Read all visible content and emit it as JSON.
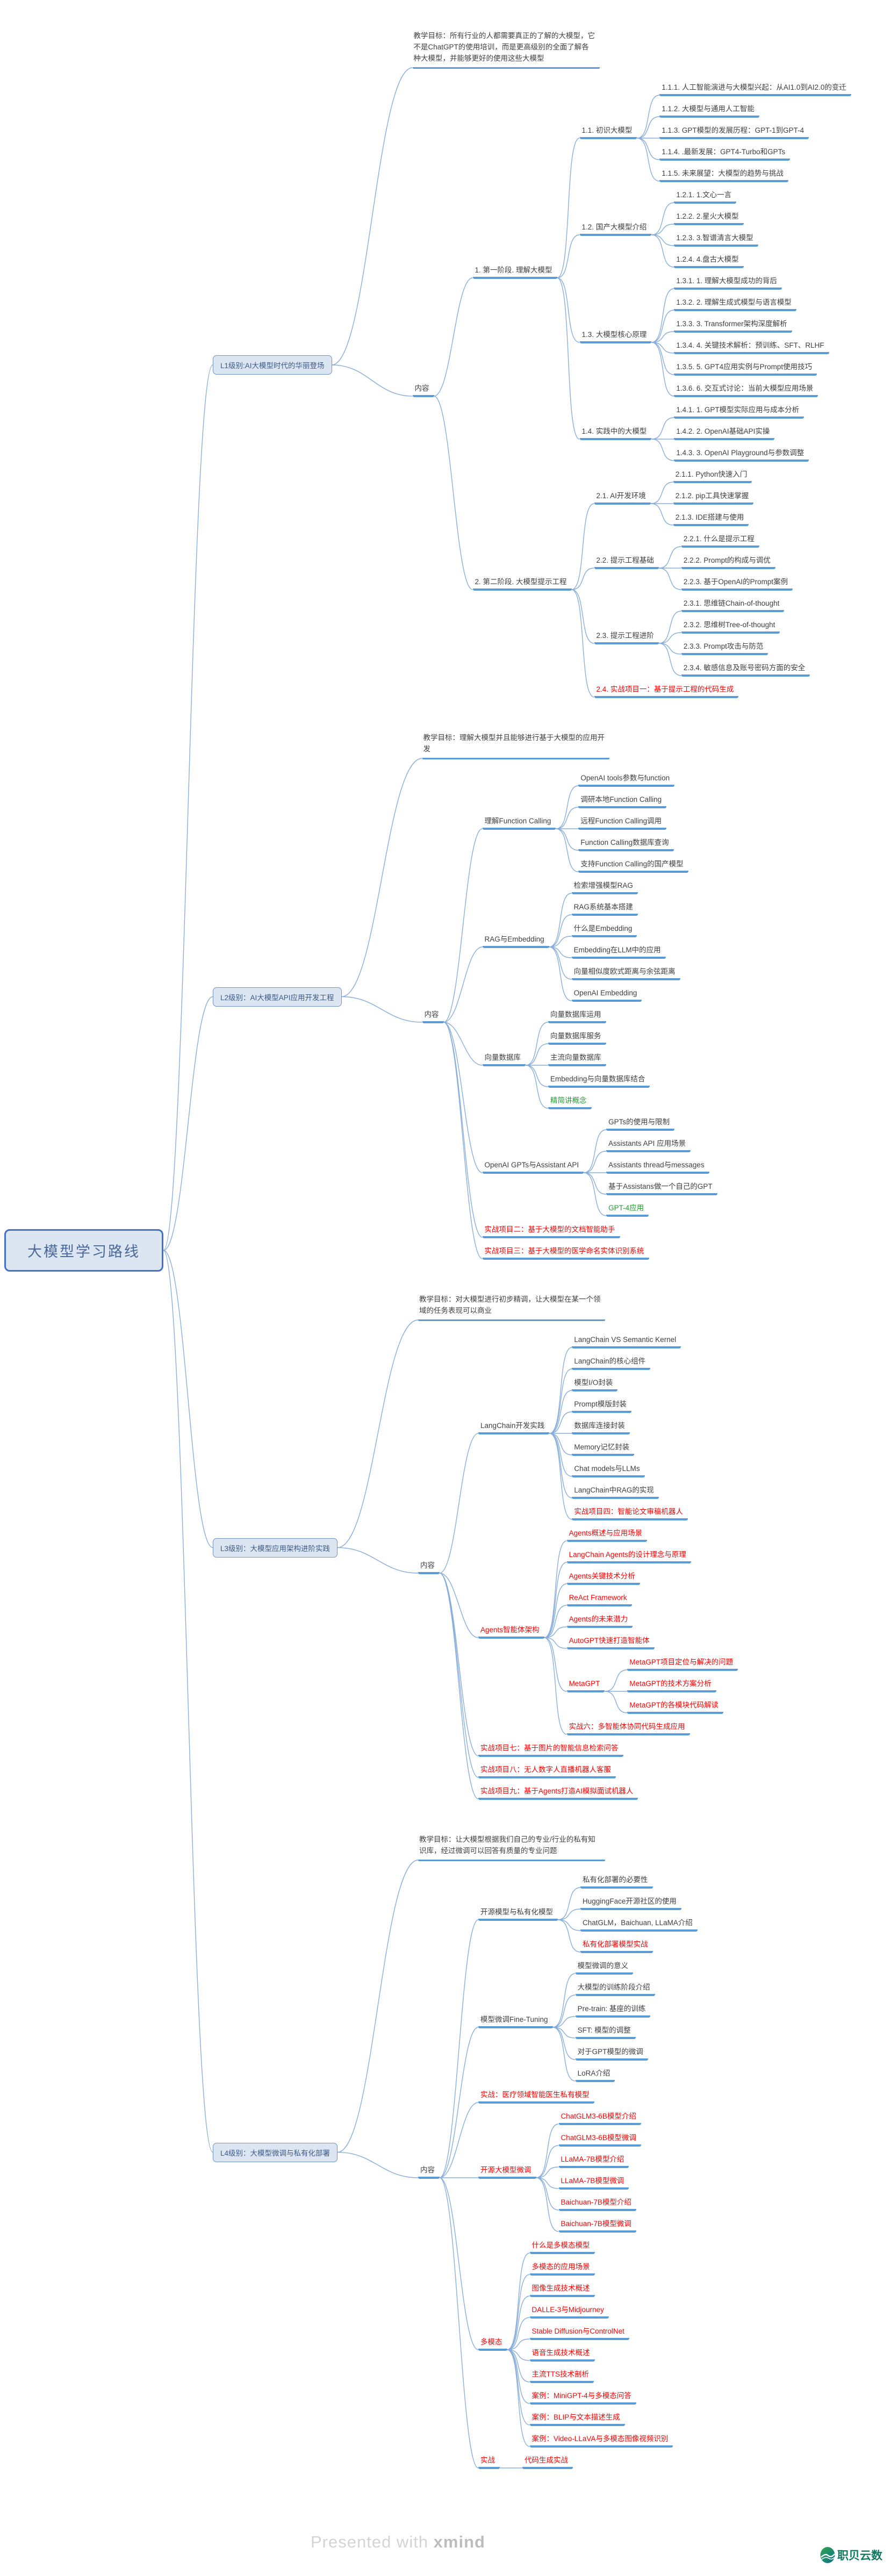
{
  "page": {
    "watermark_presented": "Presented with ",
    "watermark_brand": "xmind",
    "logo_text": "职贝云数"
  },
  "colors": {
    "underline_blue": "#5B9BD5",
    "connector_blue": "#88AEDC",
    "box_fill": "#DCE6F2",
    "box_border": "#4472C4",
    "text_dark": "#3F3F3F",
    "text_red": "#FF0000",
    "text_green": "#1FA12E",
    "text_navy": "#3D5A85"
  },
  "tree": {
    "label": "大模型学习路线",
    "type": "root",
    "children": [
      {
        "label": "L1级别:AI大模型时代的华丽登场",
        "type": "branch",
        "children": [
          {
            "label": "教学目标：所有行业的人都需要真正的了解的大模型，它不是ChatGPT的使用培训，而是更高级别的全面了解各种大模型，并能够更好的使用这些大模型",
            "type": "note"
          },
          {
            "label": "内容",
            "children": [
              {
                "label": "1.  第一阶段. 理解大模型",
                "children": [
                  {
                    "label": "1.1.  初识大模型",
                    "children": [
                      {
                        "label": "1.1.1.  人工智能演进与大模型兴起：从AI1.0到AI2.0的变迁"
                      },
                      {
                        "label": "1.1.2.  大模型与通用人工智能"
                      },
                      {
                        "label": "1.1.3.  GPT模型的发展历程：GPT-1到GPT-4"
                      },
                      {
                        "label": "1.1.4.  .最新发展：GPT4-Turbo和GPTs"
                      },
                      {
                        "label": "1.1.5.  未来展望：大模型的趋势与挑战"
                      }
                    ]
                  },
                  {
                    "label": "1.2.  国产大模型介绍",
                    "children": [
                      {
                        "label": "1.2.1.  1.文心一言"
                      },
                      {
                        "label": "1.2.2.  2.星火大模型"
                      },
                      {
                        "label": "1.2.3.  3.智谱清言大模型"
                      },
                      {
                        "label": "1.2.4.  4.盘古大模型"
                      }
                    ]
                  },
                  {
                    "label": "1.3.  大模型核心原理",
                    "children": [
                      {
                        "label": "1.3.1.  1. 理解大模型成功的背后"
                      },
                      {
                        "label": "1.3.2.  2. 理解生成式模型与语言模型"
                      },
                      {
                        "label": "1.3.3.  3. Transformer架构深度解析"
                      },
                      {
                        "label": "1.3.4.  4. 关键技术解析：预训练、SFT、RLHF"
                      },
                      {
                        "label": "1.3.5.  5. GPT4应用实例与Prompt使用技巧"
                      },
                      {
                        "label": "1.3.6.  6. 交互式讨论：当前大模型应用场景"
                      }
                    ]
                  },
                  {
                    "label": "1.4.  实践中的大模型",
                    "children": [
                      {
                        "label": "1.4.1.  1. GPT模型实际应用与成本分析"
                      },
                      {
                        "label": "1.4.2.  2. OpenAI基础API实操"
                      },
                      {
                        "label": "1.4.3.  3. OpenAI Playground与参数调整"
                      }
                    ]
                  }
                ]
              },
              {
                "label": "2.  第二阶段. 大模型提示工程",
                "children": [
                  {
                    "label": "2.1.  AI开发环境",
                    "children": [
                      {
                        "label": "2.1.1.  Python快速入门"
                      },
                      {
                        "label": "2.1.2.  pip工具快速掌握"
                      },
                      {
                        "label": "2.1.3.  IDE搭建与使用"
                      }
                    ]
                  },
                  {
                    "label": "2.2.  提示工程基础",
                    "children": [
                      {
                        "label": "2.2.1.  什么是提示工程"
                      },
                      {
                        "label": "2.2.2.  Prompt的构成与调优"
                      },
                      {
                        "label": "2.2.3.  基于OpenAI的Prompt案例"
                      }
                    ]
                  },
                  {
                    "label": "2.3.  提示工程进阶",
                    "children": [
                      {
                        "label": "2.3.1.  思维链Chain-of-thought"
                      },
                      {
                        "label": "2.3.2.  思维树Tree-of-thought"
                      },
                      {
                        "label": "2.3.3.  Prompt攻击与防范"
                      },
                      {
                        "label": "2.3.4.  敏感信息及账号密码方面的安全"
                      }
                    ]
                  },
                  {
                    "label": "2.4.  实战项目一：基于提示工程的代码生成",
                    "color": "red"
                  }
                ]
              }
            ]
          }
        ]
      },
      {
        "label": "L2级别：AI大模型API应用开发工程",
        "type": "branch",
        "children": [
          {
            "label": "教学目标：理解大模型并且能够进行基于大模型的应用开发",
            "type": "note"
          },
          {
            "label": "内容",
            "children": [
              {
                "label": "理解Function Calling",
                "children": [
                  {
                    "label": "OpenAI tools参数与function"
                  },
                  {
                    "label": "调研本地Function Calling"
                  },
                  {
                    "label": "远程Function Calling调用"
                  },
                  {
                    "label": "Function Calling数据库查询"
                  },
                  {
                    "label": "支持Function Calling的国产模型"
                  }
                ]
              },
              {
                "label": "RAG与Embedding",
                "children": [
                  {
                    "label": "检索增强模型RAG"
                  },
                  {
                    "label": "RAG系统基本搭建"
                  },
                  {
                    "label": "什么是Embedding"
                  },
                  {
                    "label": "Embedding在LLM中的应用"
                  },
                  {
                    "label": "向量相似度欧式距离与余弦距离"
                  },
                  {
                    "label": "OpenAI Embedding"
                  }
                ]
              },
              {
                "label": "向量数据库",
                "children": [
                  {
                    "label": "向量数据库运用"
                  },
                  {
                    "label": "向量数据库服务"
                  },
                  {
                    "label": "主流向量数据库"
                  },
                  {
                    "label": "Embedding与向量数据库结合"
                  },
                  {
                    "label": "精简讲概念",
                    "color": "green"
                  }
                ]
              },
              {
                "label": "OpenAI GPTs与Assistant  API",
                "children": [
                  {
                    "label": "GPTs的使用与限制"
                  },
                  {
                    "label": "Assistants API 应用场景"
                  },
                  {
                    "label": "Assistants thread与messages"
                  },
                  {
                    "label": "基于Assistans做一个自己的GPT"
                  },
                  {
                    "label": "GPT-4应用",
                    "color": "green"
                  }
                ]
              },
              {
                "label": "实战项目二：基于大模型的文档智能助手",
                "color": "red"
              },
              {
                "label": "实战项目三：基于大模型的医学命名实体识别系统",
                "color": "red"
              }
            ]
          }
        ]
      },
      {
        "label": "L3级别：大模型应用架构进阶实践",
        "type": "branch",
        "children": [
          {
            "label": "教学目标：对大模型进行初步精调，让大模型在某一个领域的任务表现可以商业",
            "type": "note"
          },
          {
            "label": "内容",
            "children": [
              {
                "label": "LangChain开发实践",
                "children": [
                  {
                    "label": "LangChain VS Semantic Kernel"
                  },
                  {
                    "label": "LangChain的核心组件"
                  },
                  {
                    "label": "模型I/O封装"
                  },
                  {
                    "label": "Prompt模版封装"
                  },
                  {
                    "label": "数据库连接封装"
                  },
                  {
                    "label": "Memory记忆封装"
                  },
                  {
                    "label": "Chat models与LLMs"
                  },
                  {
                    "label": "LangChain中RAG的实现"
                  },
                  {
                    "label": "实战项目四：智能论文审稿机器人",
                    "color": "red"
                  }
                ]
              },
              {
                "label": "Agents智能体架构",
                "color": "red",
                "children": [
                  {
                    "label": "Agents概述与应用场景",
                    "color": "red"
                  },
                  {
                    "label": "LangChain Agents的设计理念与原理",
                    "color": "red"
                  },
                  {
                    "label": "Agents关键技术分析",
                    "color": "red"
                  },
                  {
                    "label": "ReAct Framework",
                    "color": "red"
                  },
                  {
                    "label": "Agents的未来潜力",
                    "color": "red"
                  },
                  {
                    "label": "AutoGPT快速打造智能体",
                    "color": "red"
                  },
                  {
                    "label": "MetaGPT",
                    "color": "red",
                    "children": [
                      {
                        "label": "MetaGPT项目定位与解决的问题",
                        "color": "red"
                      },
                      {
                        "label": "MetaGPT的技术方案分析",
                        "color": "red"
                      },
                      {
                        "label": "MetaGPT的各模块代码解读",
                        "color": "red"
                      }
                    ]
                  },
                  {
                    "label": "实战六：多智能体协同代码生成应用",
                    "color": "red"
                  }
                ]
              },
              {
                "label": "实战项目七：基于图片的智能信息检索问答",
                "color": "red"
              },
              {
                "label": "实战项目八：无人数字人直播机器人客服",
                "color": "red"
              },
              {
                "label": "实战项目九：基于Agents打造AI模拟面试机器人",
                "color": "red"
              }
            ]
          }
        ]
      },
      {
        "label": "L4级别：大模型微调与私有化部署",
        "type": "branch",
        "children": [
          {
            "label": "教学目标：让大模型根据我们自己的专业/行业的私有知识库，经过微调可以回答有质量的专业问题",
            "type": "note"
          },
          {
            "label": "内容",
            "children": [
              {
                "label": "开源模型与私有化模型",
                "children": [
                  {
                    "label": "私有化部署的必要性"
                  },
                  {
                    "label": "HuggingFace开源社区的使用"
                  },
                  {
                    "label": "ChatGLM，Baichuan, LLaMA介绍"
                  },
                  {
                    "label": "私有化部署模型实战",
                    "color": "red"
                  }
                ]
              },
              {
                "label": "模型微调Fine-Tuning",
                "children": [
                  {
                    "label": "模型微调的意义"
                  },
                  {
                    "label": "大模型的训练阶段介绍"
                  },
                  {
                    "label": "Pre-train: 基座的训练"
                  },
                  {
                    "label": "SFT: 模型的调整"
                  },
                  {
                    "label": "对于GPT模型的微调"
                  },
                  {
                    "label": "LoRA介绍"
                  }
                ]
              },
              {
                "label": "实战：医疗领域智能医生私有模型",
                "color": "red"
              },
              {
                "label": "开源大模型微调",
                "color": "red",
                "children": [
                  {
                    "label": "ChatGLM3-6B模型介绍",
                    "color": "red"
                  },
                  {
                    "label": "ChatGLM3-6B模型微调",
                    "color": "red"
                  },
                  {
                    "label": "LLaMA-7B模型介绍",
                    "color": "red"
                  },
                  {
                    "label": "LLaMA-7B模型微调",
                    "color": "red"
                  },
                  {
                    "label": "Baichuan-7B模型介绍",
                    "color": "red"
                  },
                  {
                    "label": "Baichuan-7B模型微调",
                    "color": "red"
                  }
                ]
              },
              {
                "label": "多模态",
                "color": "red",
                "children": [
                  {
                    "label": "什么是多模态模型",
                    "color": "red"
                  },
                  {
                    "label": "多模态的应用场景",
                    "color": "red"
                  },
                  {
                    "label": "图像生成技术概述",
                    "color": "red"
                  },
                  {
                    "label": "DALLE-3与Midjourney",
                    "color": "red"
                  },
                  {
                    "label": "Stable Diffusion与ControlNet",
                    "color": "red"
                  },
                  {
                    "label": "语音生成技术概述",
                    "color": "red"
                  },
                  {
                    "label": "主流TTS技术剖析",
                    "color": "red"
                  },
                  {
                    "label": "案例：MiniGPT-4与多模态问答",
                    "color": "red"
                  },
                  {
                    "label": "案例：BLIP与文本描述生成",
                    "color": "red"
                  },
                  {
                    "label": "案例：Video-LLaVA与多模态图像视频识别",
                    "color": "red"
                  }
                ]
              },
              {
                "label": "实战",
                "color": "red",
                "children": [
                  {
                    "label": "代码生成实战",
                    "color": "red"
                  }
                ]
              }
            ]
          }
        ]
      }
    ]
  }
}
